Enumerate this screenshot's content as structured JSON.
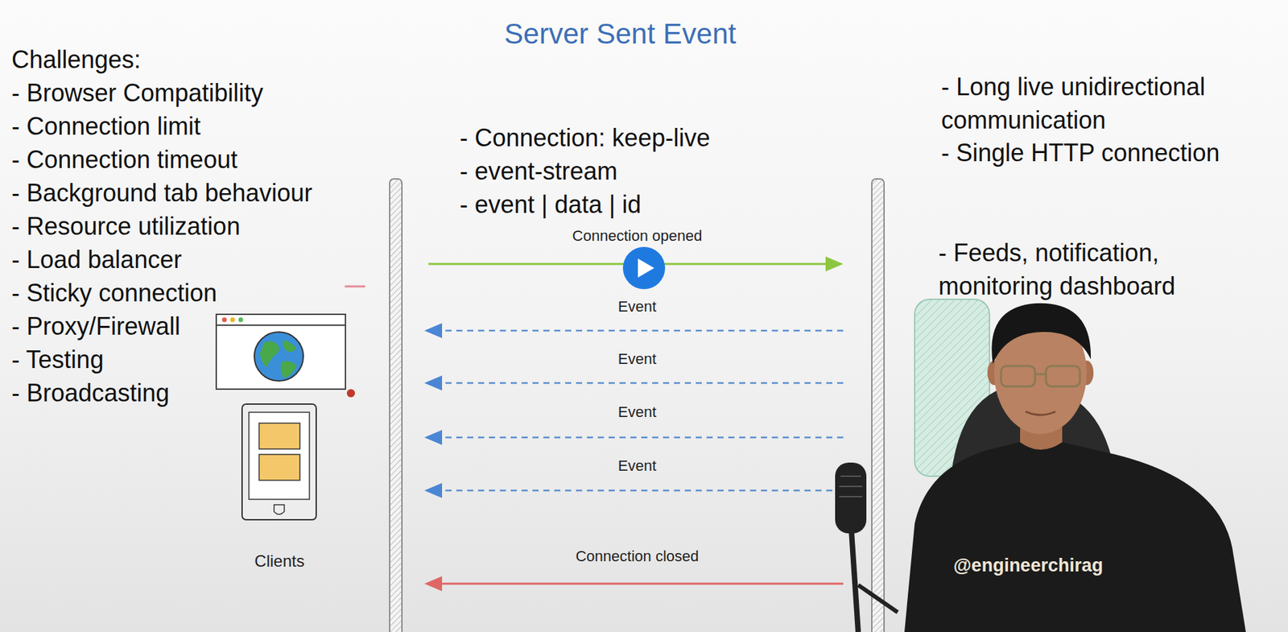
{
  "diagram": {
    "title": "Server Sent Event",
    "labels": [
      "Challenges:",
      "- Browser Compatibility",
      "- Connection limit",
      "- Connection timeout",
      "- Background tab behaviour",
      "- Resource utilization",
      "- Load balancer",
      "- Sticky connection",
      "- Proxy/Firewall",
      "- Testing",
      "- Broadcasting",
      "- Connection: keep-live",
      "- event-stream",
      "- event | data | id",
      "Connection opened",
      "Event",
      "Event",
      "Event",
      "Event",
      "Connection closed",
      "- Long live unidirectional communication",
      "- Single HTTP connection",
      "- Feeds, notification, monitoring dashboard",
      "Clients",
      "@engineerchirag"
    ]
  }
}
